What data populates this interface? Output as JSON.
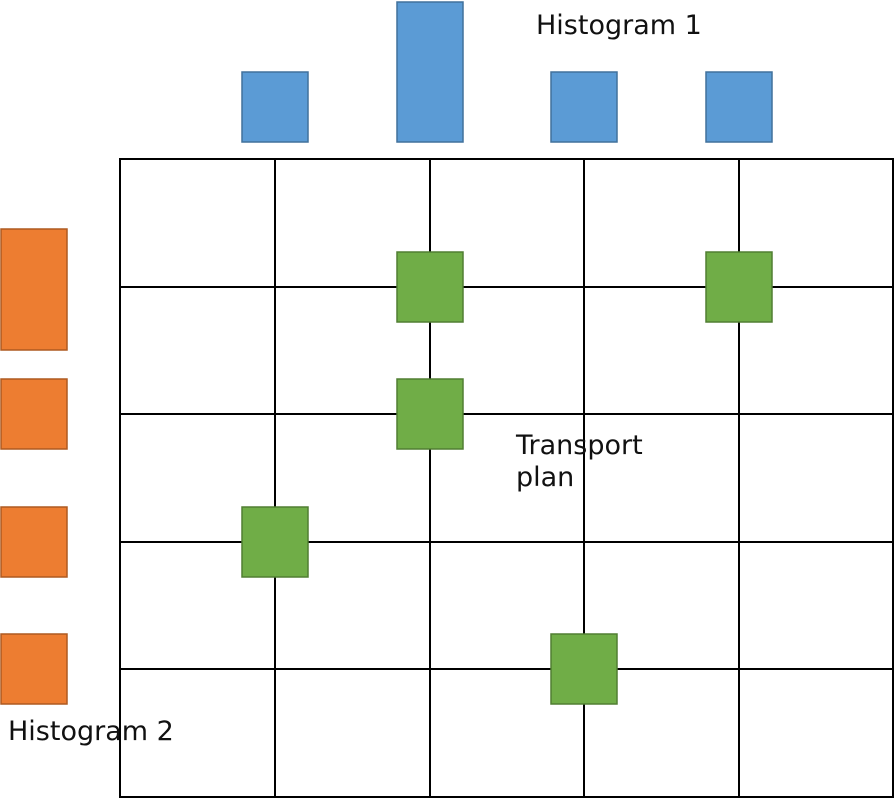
{
  "labels": {
    "histogram1": "Histogram 1",
    "histogram2": "Histogram 2",
    "transport_plan": "Transport\nplan"
  },
  "colors": {
    "histogram1": "#5b9bd5",
    "histogram1_edge": "#41719c",
    "histogram2": "#ed7d31",
    "histogram2_edge": "#ae5a21",
    "plan": "#70ad47",
    "plan_edge": "#507e32",
    "grid": "#000000"
  },
  "grid": {
    "columns": 5,
    "rows": 5
  },
  "histogram1": {
    "bins": [
      1,
      2,
      3,
      4
    ],
    "weights": [
      1,
      2,
      1,
      1
    ]
  },
  "histogram2": {
    "bins": [
      1,
      2,
      3,
      4
    ],
    "weights": [
      2,
      1,
      1,
      1
    ]
  },
  "transport_plan": [
    {
      "column": 2,
      "row": 1
    },
    {
      "column": 4,
      "row": 1
    },
    {
      "column": 2,
      "row": 2
    },
    {
      "column": 1,
      "row": 3
    },
    {
      "column": 3,
      "row": 4
    }
  ]
}
